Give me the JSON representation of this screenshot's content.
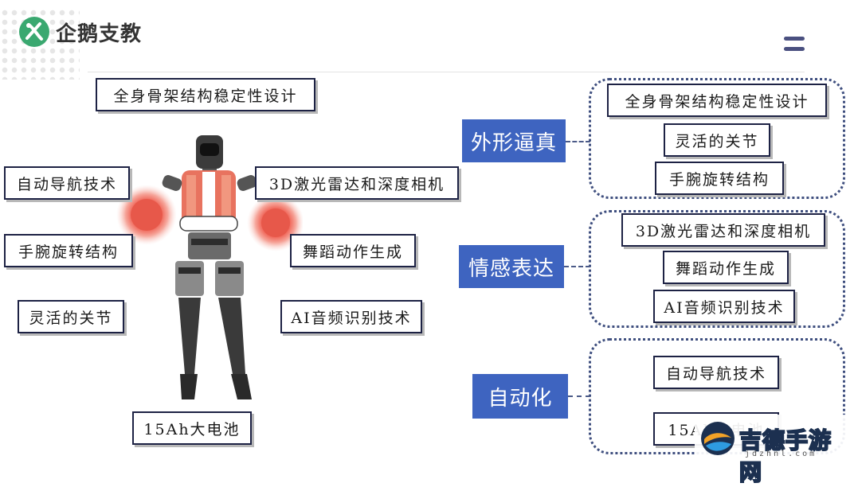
{
  "header": {
    "brand": "企鹅支教"
  },
  "diagram_left": {
    "labels": {
      "top": "全身骨架结构稳定性设计",
      "left1": "自动导航技术",
      "right1": "3D激光雷达和深度相机",
      "left2": "手腕旋转结构",
      "right2": "舞蹈动作生成",
      "left3": "灵活的关节",
      "right3": "AI音频识别技术",
      "bottom": "15Ah大电池"
    }
  },
  "categories": [
    {
      "label": "外形逼真",
      "items": [
        "全身骨架结构稳定性设计",
        "灵活的关节",
        "手腕旋转结构"
      ]
    },
    {
      "label": "情感表达",
      "items": [
        "3D激光雷达和深度相机",
        "舞蹈动作生成",
        "AI音频识别技术"
      ]
    },
    {
      "label": "自动化",
      "items": [
        "自动导航技术",
        "15Ah大电池"
      ]
    }
  ],
  "watermark": {
    "text": "吉德手游网",
    "sub": "jdzhnl.com"
  },
  "colors": {
    "accent": "#3e64c0",
    "border": "#1d2244",
    "brand": "#3aa870"
  },
  "icons": {
    "menu": "hamburger-icon",
    "logo": "logo-icon"
  }
}
